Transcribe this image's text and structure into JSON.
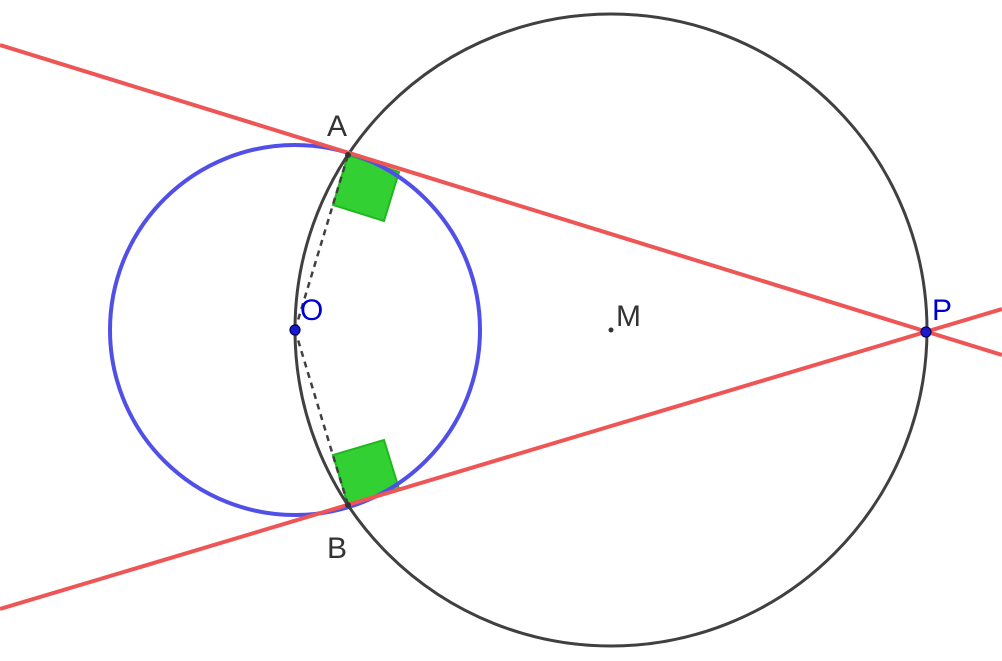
{
  "figure": {
    "colors": {
      "small_circle": "#5050e8",
      "large_circle": "#404040",
      "tangent_lines": "#ee5555",
      "right_angle_fill": "#22cc22",
      "dashed_radii": "#404040",
      "point_blue": "#0000aa",
      "label_dark": "#333333",
      "label_blue": "#0000cc"
    },
    "points": {
      "A": {
        "label": "A"
      },
      "B": {
        "label": "B"
      },
      "O": {
        "label": "O"
      },
      "M": {
        "label": "M"
      },
      "P": {
        "label": "P"
      }
    }
  }
}
